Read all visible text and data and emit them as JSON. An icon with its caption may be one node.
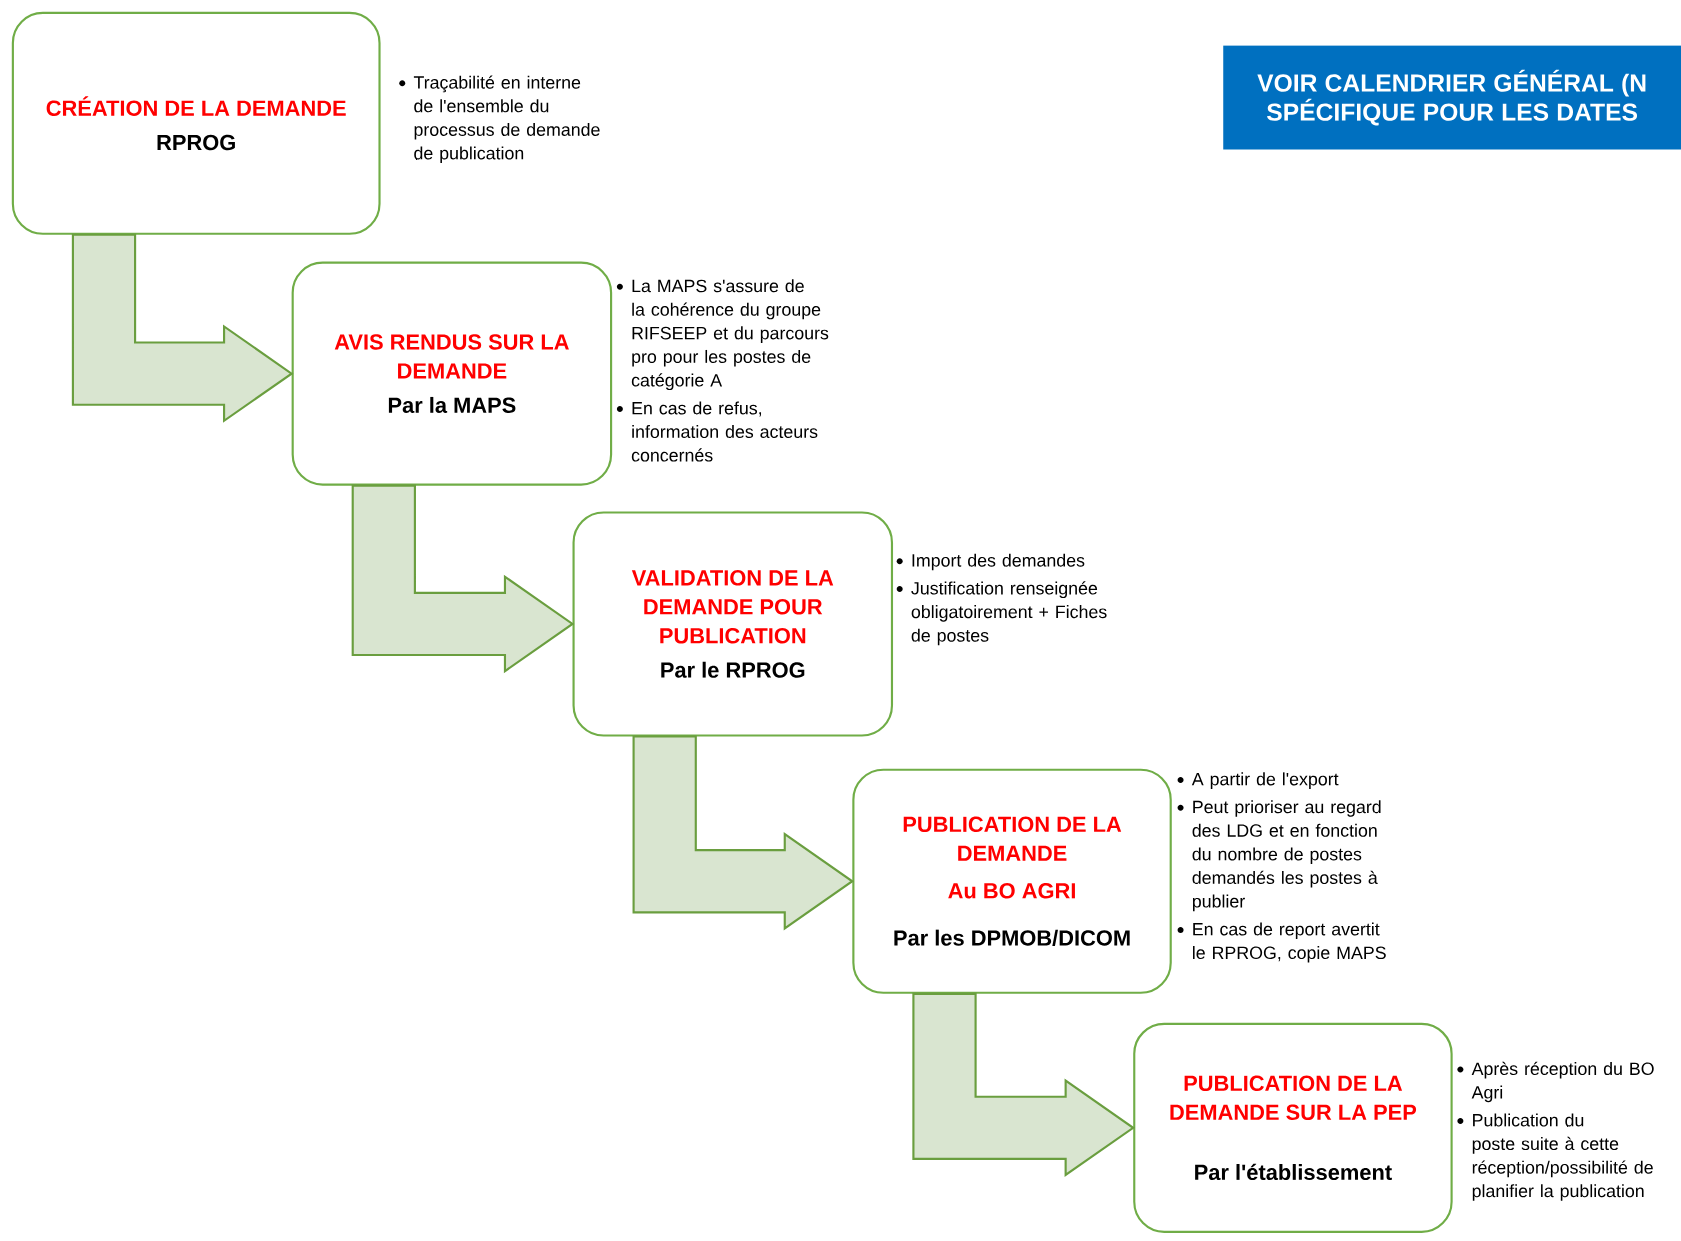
{
  "diagram": {
    "nodes": [
      {
        "text": [
          "CRÉATION DE LA DEMANDE",
          "RPROG"
        ],
        "beside": [
          "Traçabilité en interne de l'ensemble du processus de demande de publication"
        ]
      },
      {
        "text": [
          "AVIS RENDUS SUR LA DEMANDE",
          "Par la MAPS"
        ],
        "beside": [
          "La MAPS s'assure de la cohérence du groupe RIFSEEP et du parcours pro pour les postes de catégorie A",
          "En cas de refus, information des acteurs concernés"
        ]
      },
      {
        "text": [
          "VALIDATION DE LA DEMANDE POUR PUBLICATION",
          "Par le RPROG"
        ],
        "beside": [
          "Import des demandes",
          "Justification renseignée obligatoirement + Fiches de postes"
        ]
      },
      {
        "text": [
          "PUBLICATION DE LA DEMANDE",
          "Au BO AGRI",
          "Par les DPMOB/DICOM"
        ],
        "beside": [
          "A partir de l'export",
          "Peut prioriser au regard des LDG et en fonction du nombre de postes demandés les postes à publier",
          "En cas de report avertit le RPROG, copie MAPS"
        ]
      },
      {
        "text": [
          "PUBLICATION DE LA DEMANDE SUR LA PEP",
          "Par l'établissement"
        ],
        "beside": [
          "Après réception du BO Agri",
          "Publication du poste suite à cette réception/possibilité de planifier la publication"
        ]
      },
      {
        "text": [
          "VOIR CALENDRIER GÉNÉRAL (N SPÉCIFIQUE POUR LES DATES"
        ]
      }
    ],
    "edges": [
      {
        "from": 0,
        "to": 1,
        "arrow": "to"
      },
      {
        "from": 1,
        "to": 2,
        "arrow": "to"
      },
      {
        "from": 2,
        "to": 3,
        "arrow": "to"
      },
      {
        "from": 3,
        "to": 4,
        "arrow": "to"
      }
    ]
  }
}
